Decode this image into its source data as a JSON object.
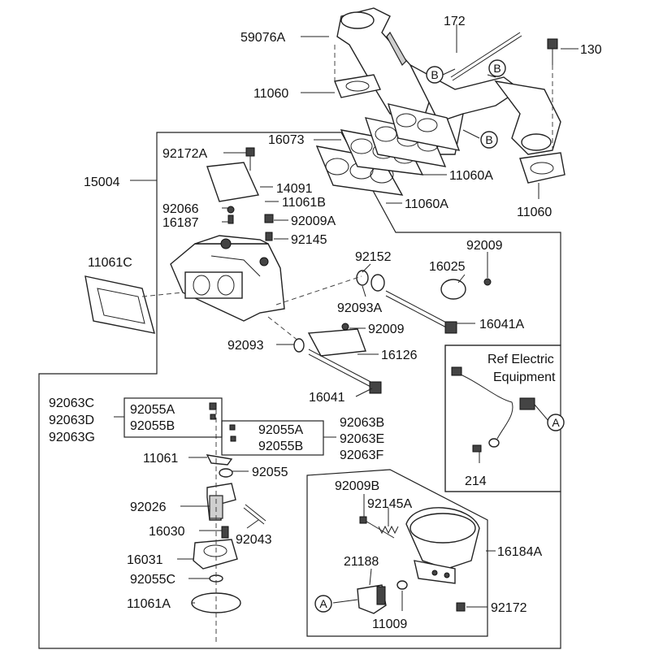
{
  "labels": {
    "p59076A": "59076A",
    "p172": "172",
    "p130": "130",
    "p11060_top": "11060",
    "p16073": "16073",
    "p11060A_1": "11060A",
    "p11060A_2": "11060A",
    "p11060_right": "11060",
    "p15004": "15004",
    "p92172A": "92172A",
    "p14091": "14091",
    "p92066": "92066",
    "p11061B": "11061B",
    "p16187": "16187",
    "p92009A": "92009A",
    "p92145": "92145",
    "p11061C": "11061C",
    "p92152": "92152",
    "p92009_top": "92009",
    "p16025": "16025",
    "p92093A": "92093A",
    "p16041A": "16041A",
    "p92009_mid": "92009",
    "p92093": "92093",
    "p16126": "16126",
    "p16041": "16041",
    "ref_line1": "Ref Electric",
    "ref_line2": "Equipment",
    "p92063C": "92063C",
    "p92063D": "92063D",
    "p92063G": "92063G",
    "p92055A_1": "92055A",
    "p92055B_1": "92055B",
    "p92055A_2": "92055A",
    "p92055B_2": "92055B",
    "p92063B": "92063B",
    "p92063E": "92063E",
    "p92063F": "92063F",
    "p11061": "11061",
    "p92055": "92055",
    "p214": "214",
    "p92026": "92026",
    "p16030": "16030",
    "p92043": "92043",
    "p16031": "16031",
    "p92055C": "92055C",
    "p11061A": "11061A",
    "p92009B": "92009B",
    "p92145A": "92145A",
    "p21188": "21188",
    "p16184A": "16184A",
    "p11009": "11009",
    "p92172": "92172"
  },
  "callouts": {
    "B": "B",
    "A": "A"
  },
  "icons": [
    "intake-manifold",
    "gasket",
    "carburetor-body",
    "throttle-shaft",
    "fuel-bowl",
    "solenoid-valve",
    "air-horn"
  ]
}
